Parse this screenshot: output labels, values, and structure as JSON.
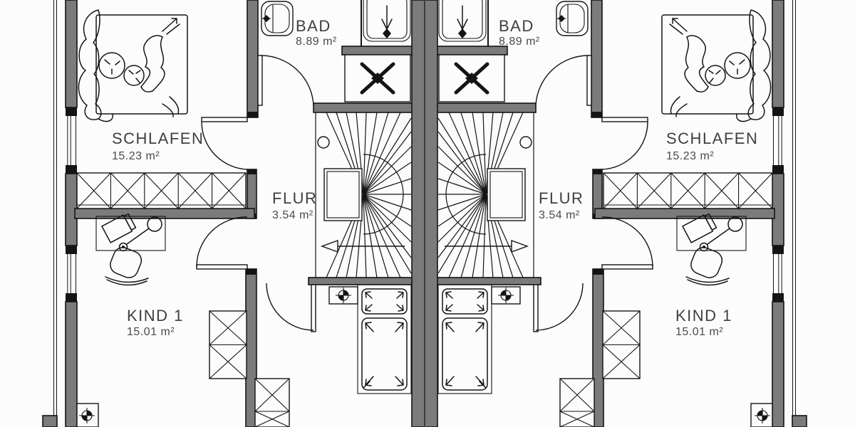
{
  "plan": {
    "type": "floor-plan",
    "units": [
      {
        "id": "left",
        "rooms": [
          {
            "key": "schlafen",
            "label": "SCHLAFEN",
            "area": "15.23 m²"
          },
          {
            "key": "bad",
            "label": "BAD",
            "area": "8.89 m²"
          },
          {
            "key": "flur",
            "label": "FLUR",
            "area": "3.54 m²"
          },
          {
            "key": "kind1",
            "label": "KIND 1",
            "area": "15.01 m²"
          }
        ]
      },
      {
        "id": "right",
        "rooms": [
          {
            "key": "schlafen",
            "label": "SCHLAFEN",
            "area": "15.23 m²"
          },
          {
            "key": "bad",
            "label": "BAD",
            "area": "8.89 m²"
          },
          {
            "key": "flur",
            "label": "FLUR",
            "area": "3.54 m²"
          },
          {
            "key": "kind1",
            "label": "KIND 1",
            "area": "15.01 m²"
          }
        ]
      }
    ],
    "symbols": [
      "stair-winder",
      "bathtub-icon",
      "washbasin-icon",
      "shaft-x-icon",
      "bed-double",
      "bed-single",
      "wardrobe-crossbox",
      "desk-chair",
      "target-mark-icon"
    ],
    "colors": {
      "wall": "#7b7b7b",
      "line": "#141414",
      "background": "#fcfcfc",
      "label": "#3f3f3f"
    }
  }
}
